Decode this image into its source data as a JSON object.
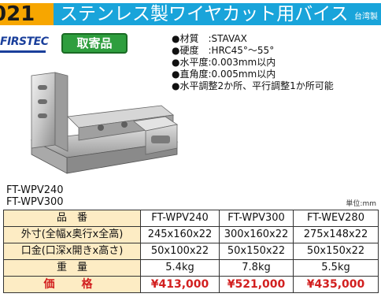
{
  "header": {
    "code": "021",
    "title": "ステンレス製ワイヤカット用バイス",
    "origin": "台湾製"
  },
  "brand": {
    "logo_text": "FIRSTEC"
  },
  "badge": {
    "label": "取寄品"
  },
  "specs": [
    "●材質　:STAVAX",
    "●硬度　:HRC45°～55°",
    "●水平度:0.003mm以内",
    "●直角度:0.005mm以内",
    "●水平調整2か所、平行調整1か所可能"
  ],
  "models": [
    "FT-WPV240",
    "FT-WPV300"
  ],
  "unit_label": "単位:mm",
  "table": {
    "header": {
      "label": "品　番",
      "cols": [
        "FT-WPV240",
        "FT-WPV300",
        "FT-WEV280"
      ]
    },
    "rows": [
      {
        "label": "外寸(全幅x奥行x全高)",
        "values": [
          "245x160x22",
          "300x160x22",
          "275x148x22"
        ]
      },
      {
        "label": "口金(口深x開きx高さ)",
        "values": [
          "50x100x22",
          "50x150x22",
          "50x150x22"
        ]
      },
      {
        "label": "重　量",
        "values": [
          "5.4kg",
          "7.8kg",
          "5.5kg"
        ]
      }
    ],
    "price": {
      "label": "価　格",
      "values": [
        "¥413,000",
        "¥521,000",
        "¥435,000"
      ]
    }
  }
}
